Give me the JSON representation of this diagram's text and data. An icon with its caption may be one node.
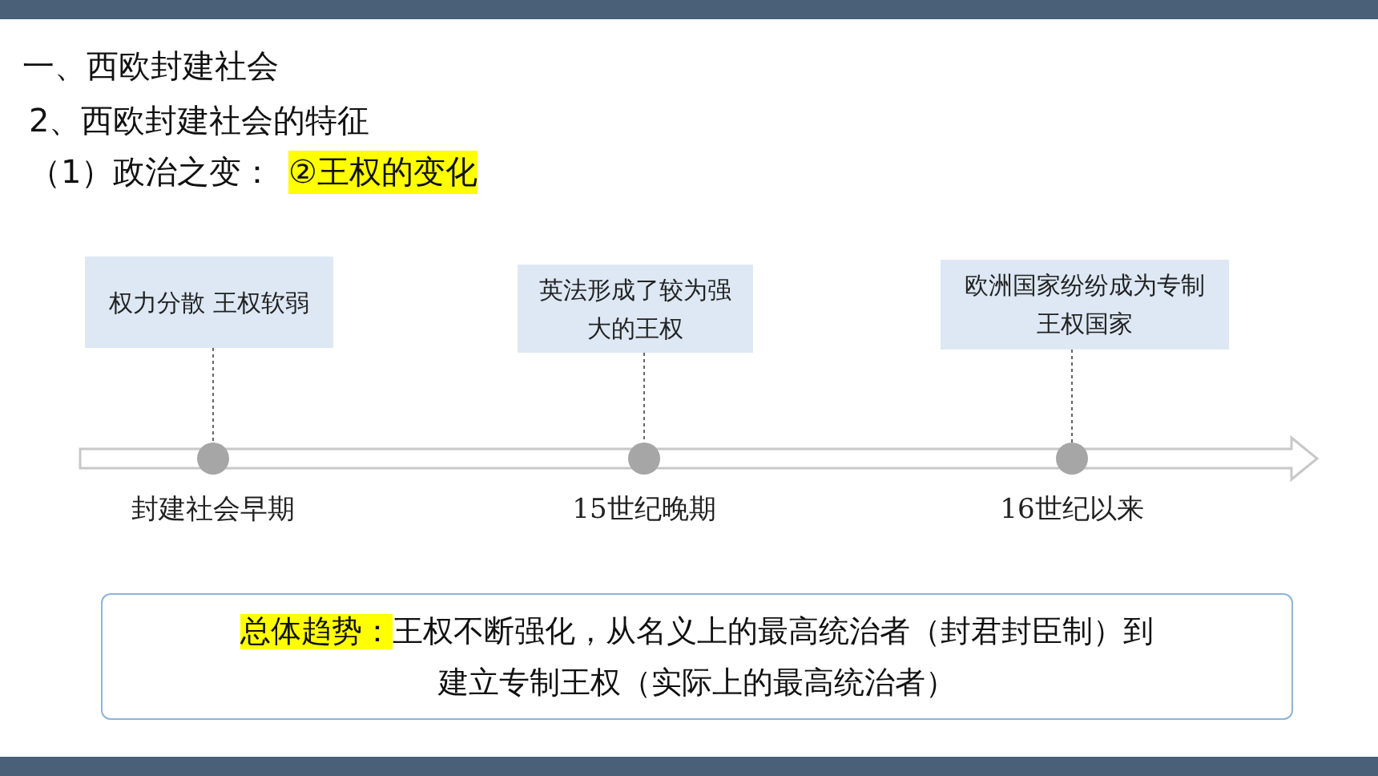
{
  "diagram": {
    "nodes": [
      {
        "text": [
          "权力分散 王权软弱"
        ]
      },
      {
        "text": [
          "英法形成了较为强大的王权"
        ]
      },
      {
        "text": [
          "欧洲国家纷纷成为专制王权国家"
        ]
      },
      {
        "text": [],
        "shape": "circle",
        "beside": [
          "封建社会早期"
        ]
      },
      {
        "text": [],
        "shape": "circle",
        "beside": [
          "15世纪晚期"
        ]
      },
      {
        "text": [],
        "shape": "circle",
        "beside": [
          "16世纪以来"
        ]
      },
      {
        "text": [
          "总体趋势：",
          "王权不断强化，从名义上的最高统治者（封君封臣制）到建立专制王权（实际上的最高统治者）"
        ]
      }
    ],
    "edges": [
      {
        "from": 0,
        "to": 3,
        "arrow": "none",
        "style": "dashed"
      },
      {
        "from": 1,
        "to": 4,
        "arrow": "none",
        "style": "dashed"
      },
      {
        "from": 2,
        "to": 5,
        "arrow": "none",
        "style": "dashed"
      }
    ],
    "labels": [
      "一、西欧封建社会",
      "2、西欧封建社会的特征",
      "（1）政治之变：",
      "②王权的变化"
    ]
  }
}
